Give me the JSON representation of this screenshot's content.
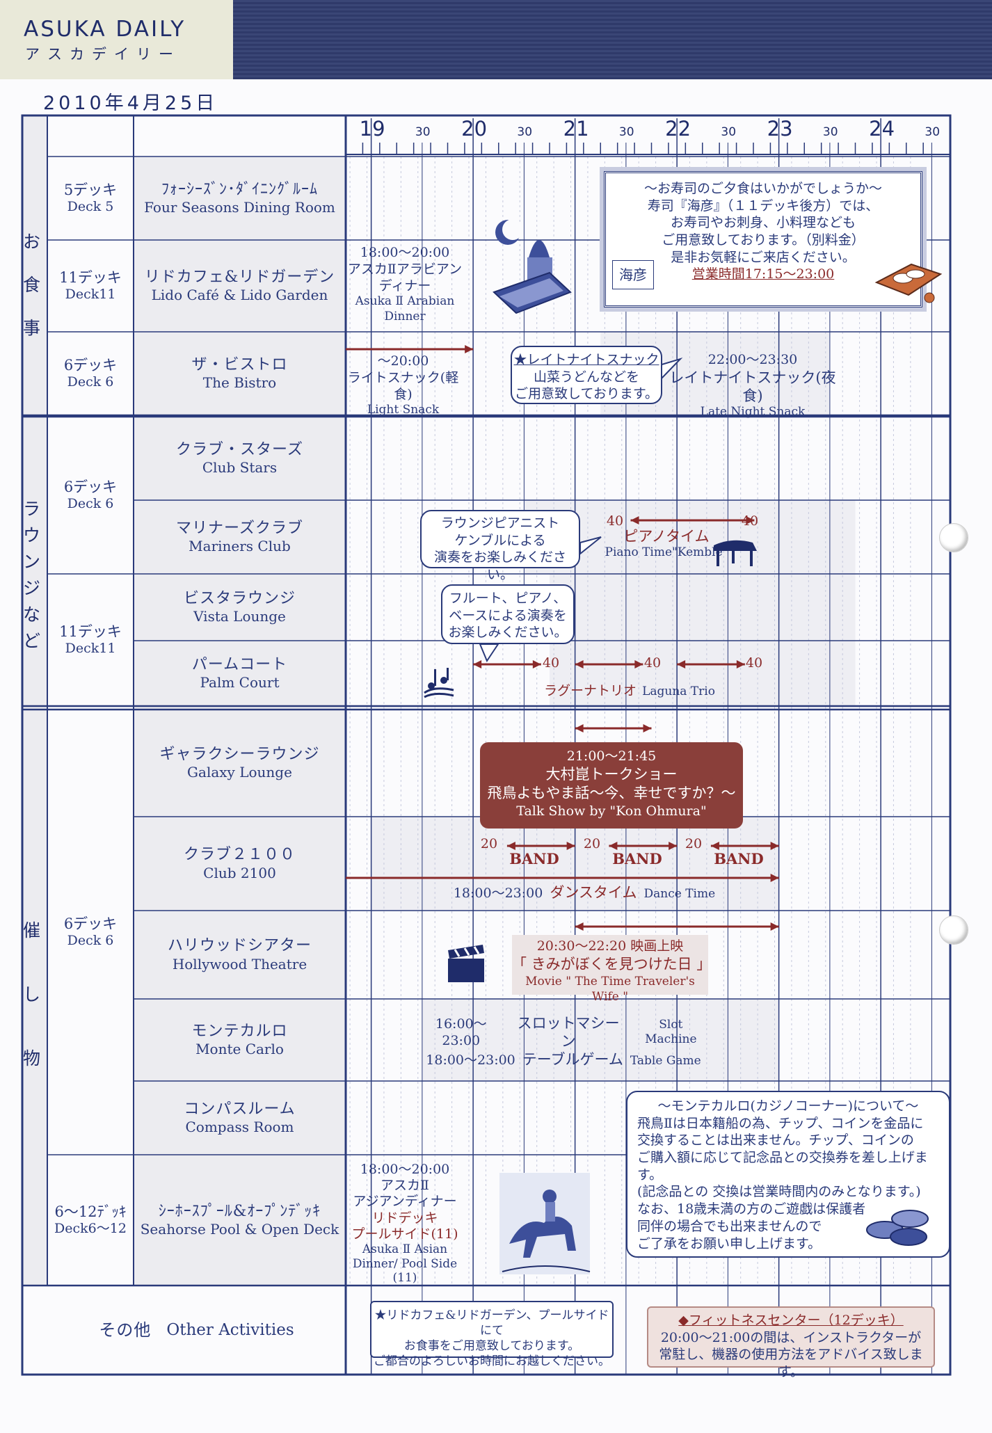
{
  "header": {
    "brand_en": "ASUKA DAILY",
    "brand_ja": "アスカデイリー",
    "date": "2010年4月25日"
  },
  "timeline": {
    "hours": [
      "19",
      "20",
      "21",
      "22",
      "23",
      "24"
    ],
    "half_label": "30"
  },
  "categories": {
    "dining": [
      "お",
      "食",
      "事"
    ],
    "lounge": [
      "ラ",
      "ウ",
      "ン",
      "ジ",
      "な",
      "ど"
    ],
    "events": [
      "催",
      "し",
      "物"
    ]
  },
  "decks": {
    "d5": {
      "ja": "5デッキ",
      "en": "Deck 5"
    },
    "d11a": {
      "ja": "11デッキ",
      "en": "Deck11"
    },
    "d6a": {
      "ja": "6デッキ",
      "en": "Deck 6"
    },
    "d6b": {
      "ja": "6デッキ",
      "en": "Deck 6"
    },
    "d11b": {
      "ja": "11デッキ",
      "en": "Deck11"
    },
    "d6c": {
      "ja": "6デッキ",
      "en": "Deck 6"
    },
    "d612": {
      "ja": "6〜12ﾃﾞｯｷ",
      "en": "Deck6〜12"
    }
  },
  "venues": {
    "four_seasons": {
      "ja": "ﾌｫｰｼｰｽﾞﾝ･ﾀﾞｲﾆﾝｸﾞﾙｰﾑ",
      "en": "Four Seasons Dining Room"
    },
    "lido": {
      "ja": "リドカフェ&リドガーデン",
      "en": "Lido Café & Lido Garden"
    },
    "bistro": {
      "ja": "ザ・ビストロ",
      "en": "The Bistro"
    },
    "club_stars": {
      "ja": "クラブ・スターズ",
      "en": "Club Stars"
    },
    "mariners": {
      "ja": "マリナーズクラブ",
      "en": "Mariners Club"
    },
    "vista": {
      "ja": "ビスタラウンジ",
      "en": "Vista Lounge"
    },
    "palm": {
      "ja": "パームコート",
      "en": "Palm Court"
    },
    "galaxy": {
      "ja": "ギャラクシーラウンジ",
      "en": "Galaxy Lounge"
    },
    "club2100": {
      "ja": "クラブ２１００",
      "en": "Club 2100"
    },
    "hollywood": {
      "ja": "ハリウッドシアター",
      "en": "Hollywood Theatre"
    },
    "monte": {
      "ja": "モンテカルロ",
      "en": "Monte Carlo"
    },
    "compass": {
      "ja": "コンパスルーム",
      "en": "Compass Room"
    },
    "seahorse": {
      "ja": "ｼｰﾎｰｽﾌﾟｰﾙ&ｵｰﾌﾟﾝﾃﾞｯｷ",
      "en": "Seahorse Pool & Open Deck"
    },
    "other": {
      "ja": "その他",
      "en": "Other Activities"
    }
  },
  "events": {
    "sushi": {
      "lines": [
        "〜お寿司のご夕食はいかがでしょうか〜",
        "寿司『海彦』（１１デッキ後方）では、",
        "お寿司やお刺身、小料理なども",
        "ご用意致しております。（別料金）",
        "是非お気軽にご来店ください。"
      ],
      "hours": "営業時間17:15〜23:00",
      "logo": "海彦"
    },
    "arabian": {
      "time": "18:00〜20:00",
      "ja1": "アスカⅡアラビアン",
      "ja2": "ディナー",
      "en1": "Asuka Ⅱ Arabian",
      "en2": "Dinner"
    },
    "light_snack": {
      "time": "〜20:00",
      "ja": "ライトスナック(軽食)",
      "en": "Light Snack"
    },
    "late_note": {
      "title": "★レイトナイトスナック",
      "l1": "山菜うどんなどを",
      "l2": "ご用意致しております。"
    },
    "late_snack": {
      "time": "22:00〜23:30",
      "ja": "レイトナイトスナック(夜食)",
      "en": "Late Night Snack"
    },
    "pianist_note": {
      "l1": "ラウンジピアニスト",
      "l2": "ケンブルによる",
      "l3": "演奏をお楽しみください。"
    },
    "piano": {
      "ja": "ピアノタイム",
      "en": "Piano Time\"Kemble\"",
      "m1": "40",
      "m2": "40"
    },
    "flute_note": {
      "l1": "フルート、ピアノ、",
      "l2": "ベースによる演奏を",
      "l3": "お楽しみください。"
    },
    "laguna": {
      "ja": "ラグーナトリオ",
      "en": "Laguna Trio",
      "m1": "40",
      "m2": "40",
      "m3": "40"
    },
    "talk": {
      "time": "21:00〜21:45",
      "l1": "大村崑トークショー",
      "l2": "飛鳥よもやま話〜今、幸せですか？〜",
      "en": "Talk Show by \"Kon Ohmura\""
    },
    "band": {
      "label": "BAND",
      "m1": "20",
      "m2": "20",
      "m3": "20"
    },
    "dance": {
      "time": "18:00〜23:00",
      "ja": "ダンスタイム",
      "en": "Dance Time"
    },
    "movie": {
      "time": "20:30〜22:20  映画上映",
      "ja": "「 きみがぼくを見つけた日 」",
      "en": "Movie \" The Time Traveler's Wife \""
    },
    "slot": {
      "time": "16:00〜23:00",
      "ja": "スロットマシーン",
      "en": "Slot Machine"
    },
    "table_game": {
      "time": "18:00〜23:00",
      "ja": "テーブルゲーム",
      "en": "Table Game"
    },
    "casino_note": {
      "title": "〜モンテカルロ(カジノコーナー)について〜",
      "lines": [
        "飛鳥Ⅱは日本籍船の為、チップ、コインを金品に",
        "交換することは出来ません。チップ、コインの",
        "ご購入額に応じて記念品との交換券を差し上げます。",
        "(記念品との 交換は営業時間内のみとなります。)",
        "なお、18歳未満の方のご遊戯は保護者",
        "同伴の場合でも出来ませんので",
        "ご了承をお願い申し上げます。"
      ]
    },
    "asian": {
      "time": "18:00〜20:00",
      "ja1": "アスカⅡ",
      "ja2": "アジアンディナー",
      "ja3": "リドデッキ",
      "ja4": "プールサイド(11)",
      "en1": "Asuka Ⅱ Asian",
      "en2": "Dinner/ Pool Side (11)"
    },
    "other_note": {
      "l1": "★リドカフェ&リドガーデン、プールサイドにて",
      "l2": "お食事をご用意致しております。",
      "l3": "ご都合のよろしいお時間にお越しください。"
    },
    "fitness": {
      "title": "◆フィットネスセンター（12デッキ）",
      "l1": "20:00〜21:00の間は、インストラクターが",
      "l2": "常駐し、機器の使用方法をアドバイス致します。"
    }
  },
  "colors": {
    "ink": "#2a3a7a",
    "accent": "#8a2a2a",
    "shade": "#ececf0"
  }
}
